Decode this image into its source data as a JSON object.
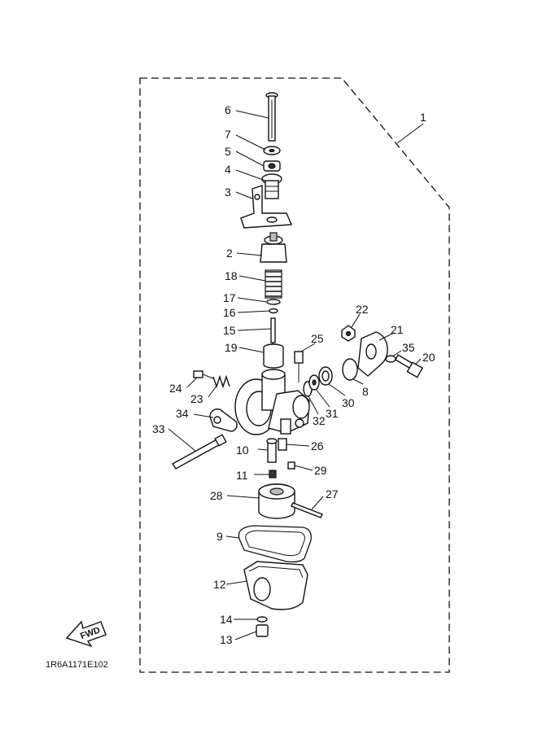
{
  "diagram": {
    "code": "1R6A1171E102",
    "fwd_label": "FWD",
    "callouts": {
      "c1": "1",
      "c2": "2",
      "c3": "3",
      "c4": "4",
      "c5": "5",
      "c6": "6",
      "c7": "7",
      "c8": "8",
      "c9": "9",
      "c10": "10",
      "c11": "11",
      "c12": "12",
      "c13": "13",
      "c14": "14",
      "c15": "15",
      "c16": "16",
      "c17": "17",
      "c18": "18",
      "c19": "19",
      "c20": "20",
      "c21": "21",
      "c22": "22",
      "c23": "23",
      "c24": "24",
      "c25": "25",
      "c26": "26",
      "c27": "27",
      "c28": "28",
      "c29": "29",
      "c30": "30",
      "c31": "31",
      "c32": "32",
      "c33": "33",
      "c34": "34",
      "c35": "35"
    }
  }
}
